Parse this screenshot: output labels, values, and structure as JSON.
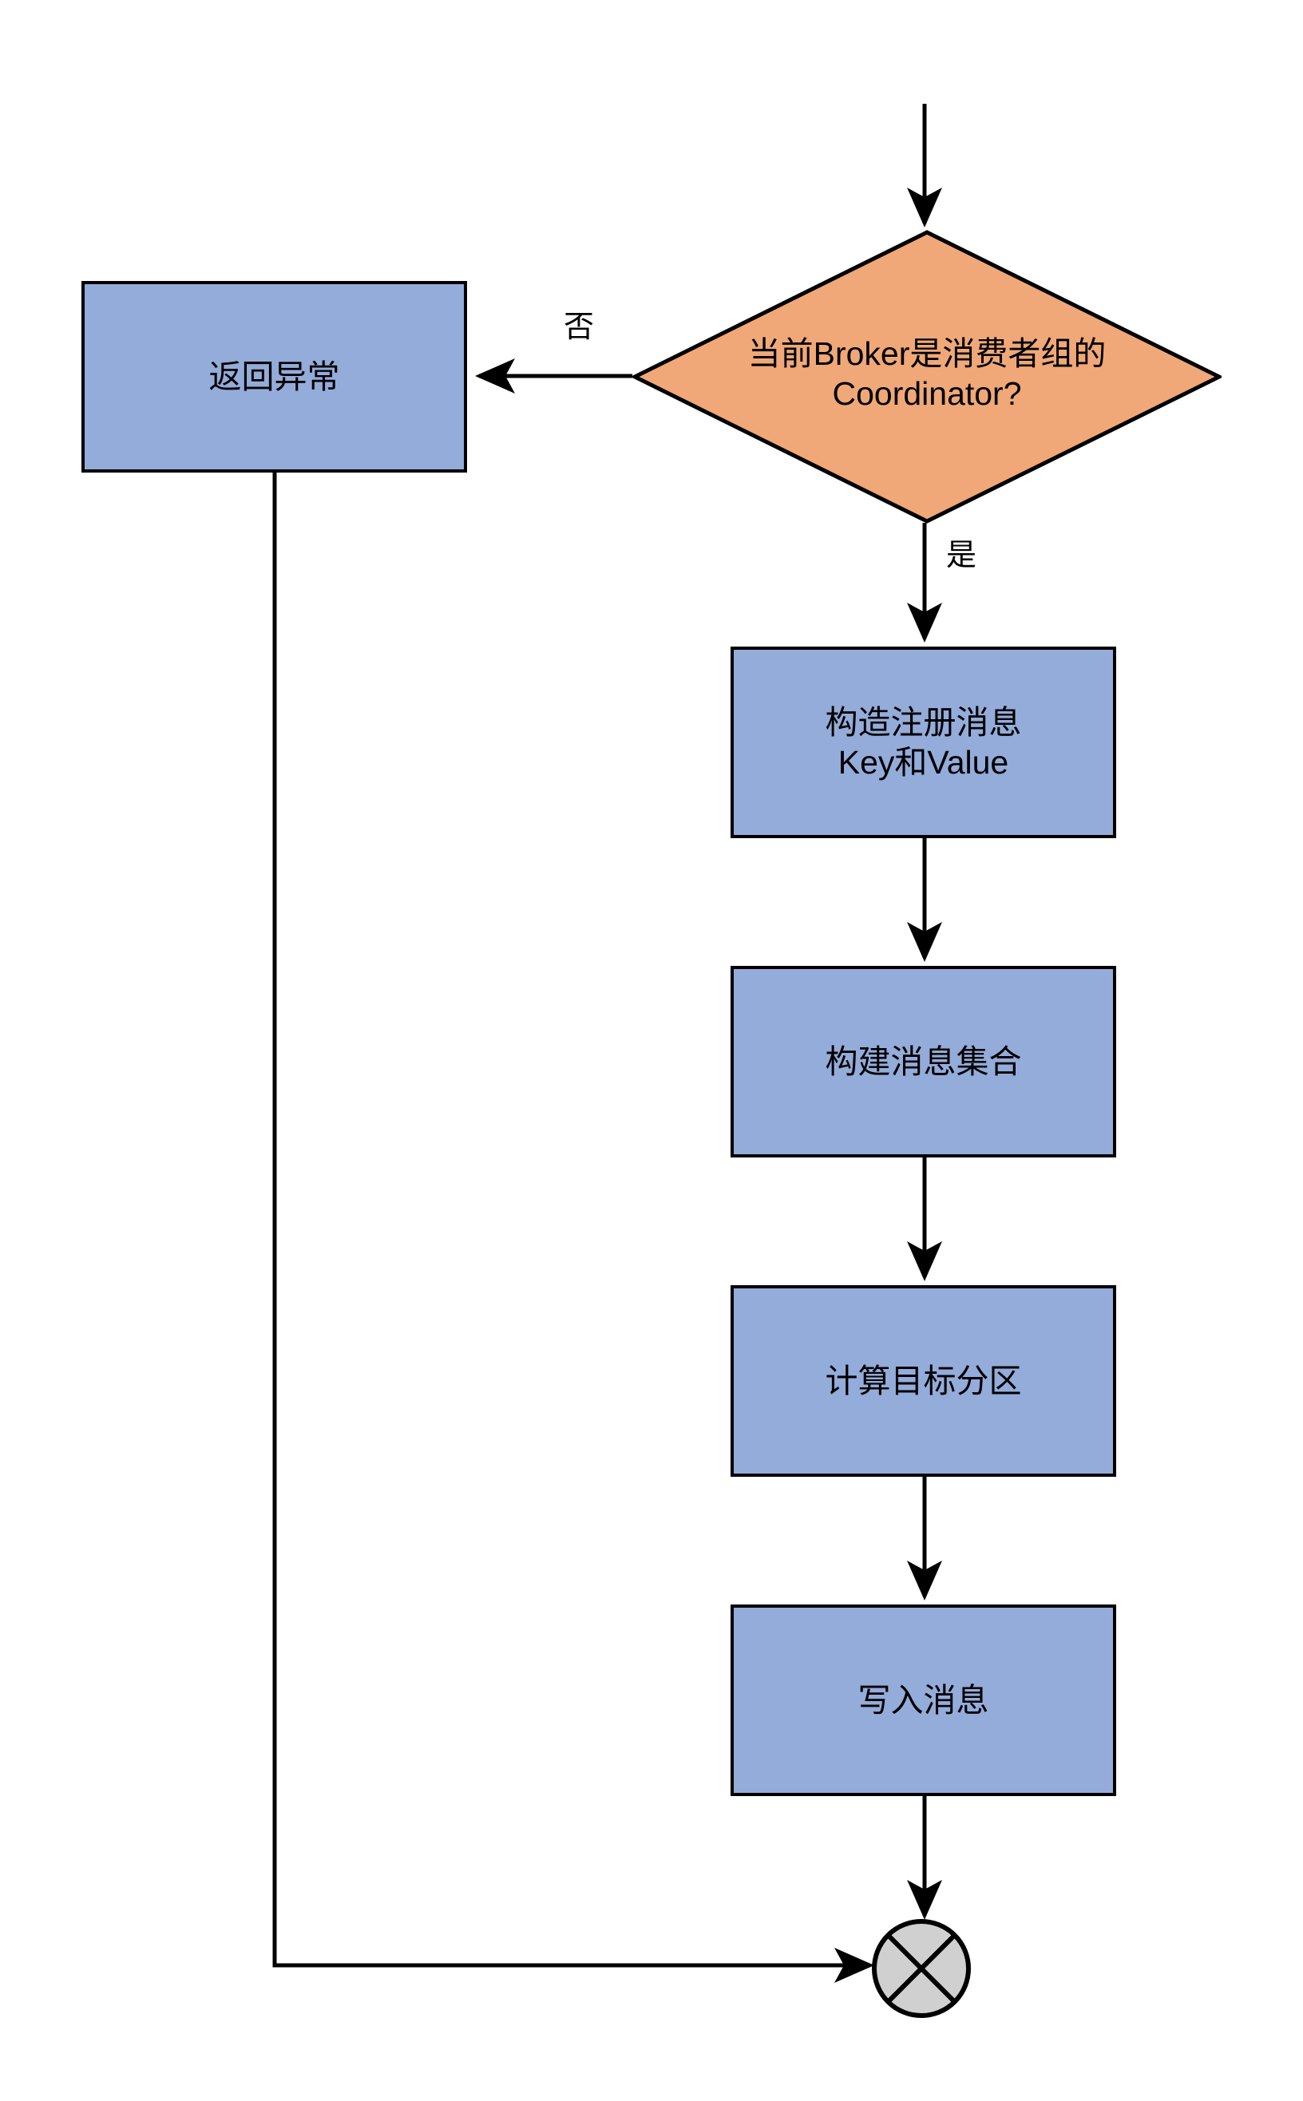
{
  "diagram": {
    "type": "flowchart",
    "title": "",
    "direction": "top-to-bottom",
    "colors": {
      "process_fill": "#94ACDA",
      "decision_fill": "#F0A878",
      "terminal_fill": "#D0D0D0",
      "stroke": "#000000",
      "background": "#FFFFFF",
      "text": "#000000"
    },
    "nodes": [
      {
        "id": "decision-coordinator",
        "shape": "diamond",
        "label": "当前Broker是消费者组的\nCoordinator?",
        "fill": "#F0A878"
      },
      {
        "id": "return-exception",
        "shape": "rect",
        "label": "返回异常",
        "fill": "#94ACDA"
      },
      {
        "id": "build-register-message",
        "shape": "rect",
        "label": "构造注册消息\nKey和Value",
        "fill": "#94ACDA"
      },
      {
        "id": "build-message-set",
        "shape": "rect",
        "label": "构建消息集合",
        "fill": "#94ACDA"
      },
      {
        "id": "compute-target-partition",
        "shape": "rect",
        "label": "计算目标分区",
        "fill": "#94ACDA"
      },
      {
        "id": "write-message",
        "shape": "rect",
        "label": "写入消息",
        "fill": "#94ACDA"
      },
      {
        "id": "terminal-end",
        "shape": "circle-cross",
        "label": "",
        "fill": "#D0D0D0"
      }
    ],
    "edges": [
      {
        "id": "edge-entry",
        "from": "",
        "to": "decision-coordinator",
        "label": ""
      },
      {
        "id": "edge-no",
        "from": "decision-coordinator",
        "to": "return-exception",
        "label": "否"
      },
      {
        "id": "edge-yes",
        "from": "decision-coordinator",
        "to": "build-register-message",
        "label": "是"
      },
      {
        "id": "edge-key-to-set",
        "from": "build-register-message",
        "to": "build-message-set",
        "label": ""
      },
      {
        "id": "edge-set-to-partition",
        "from": "build-message-set",
        "to": "compute-target-partition",
        "label": ""
      },
      {
        "id": "edge-partition-to-write",
        "from": "compute-target-partition",
        "to": "write-message",
        "label": ""
      },
      {
        "id": "edge-write-to-end",
        "from": "write-message",
        "to": "terminal-end",
        "label": ""
      },
      {
        "id": "edge-exception-to-end",
        "from": "return-exception",
        "to": "terminal-end",
        "label": ""
      }
    ]
  }
}
